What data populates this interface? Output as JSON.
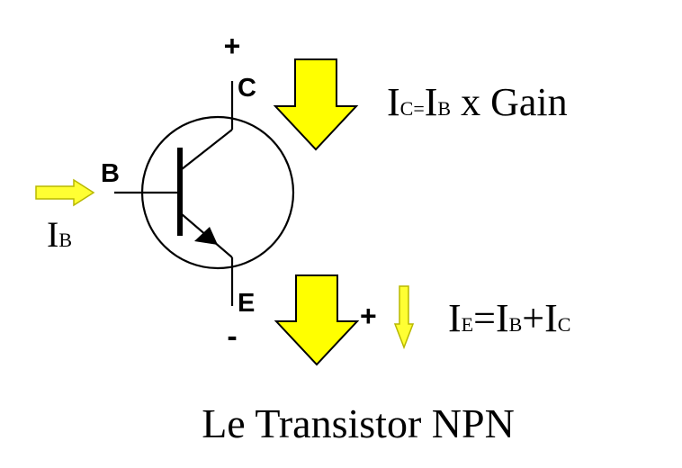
{
  "colors": {
    "arrow_fill": "#FFFF00",
    "arrow_stroke": "#000000",
    "small_arrow_fill": "#FFFF33",
    "small_arrow_stroke": "#B8B800",
    "line": "#000000",
    "background": "#FFFFFF"
  },
  "terminals": {
    "collector": "C",
    "base": "B",
    "emitter": "E",
    "collector_polarity": "+",
    "emitter_polarity": "-"
  },
  "base_current": {
    "I": "I",
    "sub": "B"
  },
  "collector_equation": {
    "i1": "I",
    "s1": "C",
    "eq": "=",
    "i2": "I",
    "s2": "B",
    "tail": " x Gain"
  },
  "emitter_sum": {
    "plus": "+"
  },
  "emitter_equation": {
    "i1": "I",
    "s1": "E",
    "eq": "=",
    "i2": "I",
    "s2": "B",
    "plus": "+",
    "i3": "I",
    "s3": "C"
  },
  "caption": "Le Transistor NPN"
}
